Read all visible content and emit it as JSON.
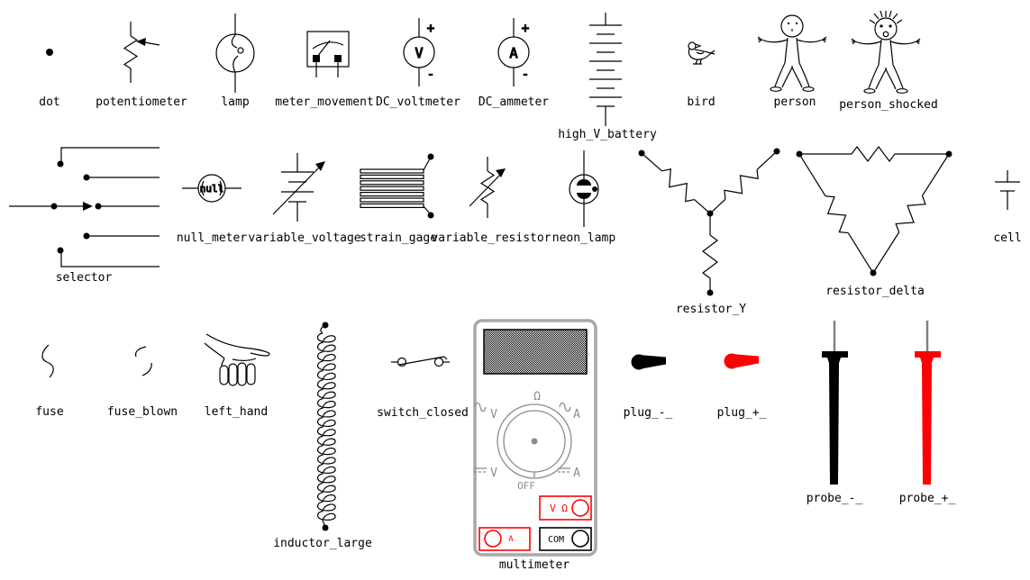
{
  "labels": {
    "dot": "dot",
    "potentiometer": "potentiometer",
    "lamp": "lamp",
    "meter_movement": "meter_movement",
    "dc_voltmeter": "DC_voltmeter",
    "dc_ammeter": "DC_ammeter",
    "high_v_battery": "high_V_battery",
    "bird": "bird",
    "person": "person",
    "person_shocked": "person_shocked",
    "selector": "selector",
    "null_meter": "null_meter",
    "variable_voltage": "variable_voltage",
    "strain_gage": "strain_gage",
    "variable_resistor": "variable_resistor",
    "neon_lamp": "neon_lamp",
    "resistor_y": "resistor_Y",
    "resistor_delta": "resistor_delta",
    "cell": "cell",
    "fuse": "fuse",
    "fuse_blown": "fuse_blown",
    "left_hand": "left_hand",
    "inductor_large": "inductor_large",
    "switch_closed": "switch_closed",
    "multimeter": "multimeter",
    "plug_minus": "plug_-_",
    "plug_plus": "plug_+_",
    "probe_minus": "probe_-_",
    "probe_plus": "probe_+_"
  },
  "meters": {
    "voltmeter_letter": "V",
    "ammeter_letter": "A",
    "plus": "+",
    "minus": "-",
    "null_text": "null"
  },
  "multimeter": {
    "dial": {
      "top": "Ω",
      "upper_left_ac": "V",
      "upper_right_ac": "A",
      "lower_left_dc": "V",
      "lower_right_dc": "A",
      "off": "OFF"
    },
    "jacks": {
      "v_ohm": "V Ω",
      "com": "COM",
      "amp": "A"
    }
  },
  "colors": {
    "red": "#ff0000",
    "black": "#000000",
    "body_gray": "#a8a8a8",
    "dial_gray": "#8c8c8c",
    "probe_tip_gray": "#808080"
  }
}
